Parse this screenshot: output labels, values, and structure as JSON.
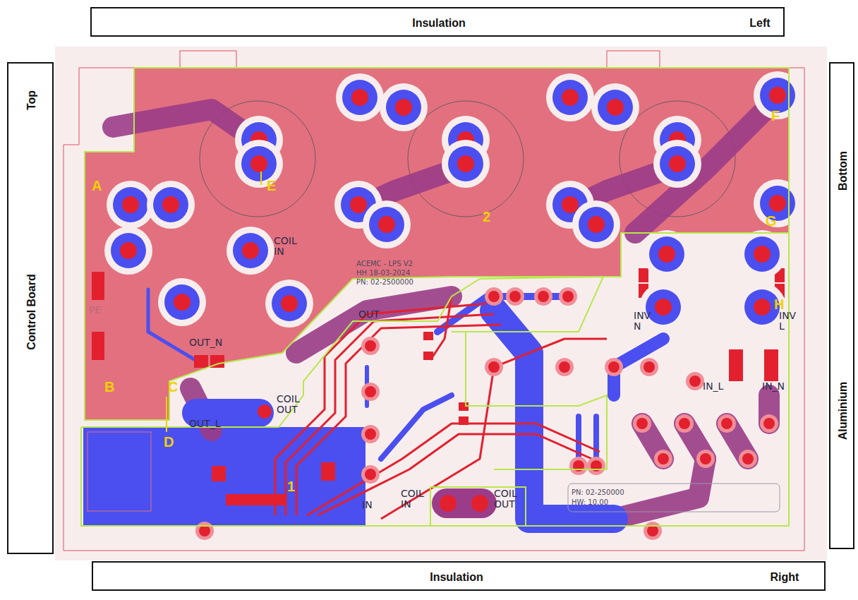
{
  "diagram": {
    "nodes": [
      {
        "text": [
          "Insulation",
          "Left"
        ]
      },
      {
        "text": [
          "Top",
          "Control Board"
        ]
      },
      {
        "text": [
          "Bottom",
          "Aluminium"
        ]
      },
      {
        "text": [
          "Insulation",
          "Right"
        ]
      }
    ],
    "labels": [
      "A",
      "E",
      "F",
      "G",
      "H",
      "B",
      "C",
      "D",
      "1",
      "2",
      "COIL IN",
      "OUT_N",
      "OUT_L",
      "COIL OUT",
      "OUT",
      "PE",
      "ACEMC - LPS V2",
      "HH 18-03-2024",
      "PN: 02-2500000",
      "INV N",
      "INV L",
      "IN_L",
      "IN_N",
      "IN",
      "COIL IN",
      "COIL OUT",
      "PN: 02-250000",
      "HW: 10.00"
    ]
  }
}
